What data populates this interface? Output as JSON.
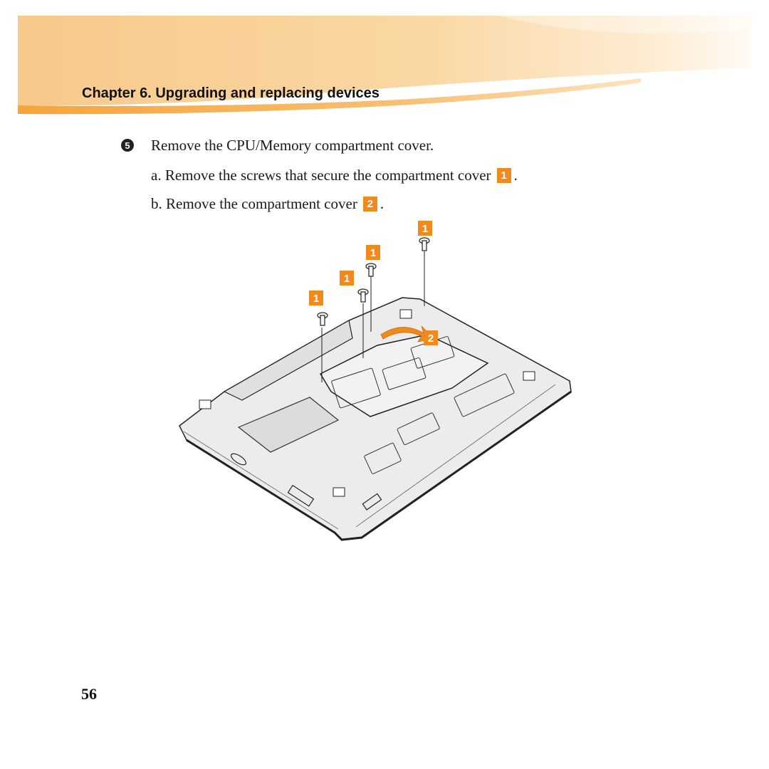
{
  "header": {
    "chapter_title": "Chapter 6. Upgrading and replacing devices"
  },
  "step": {
    "number": "5",
    "text": "Remove the CPU/Memory compartment cover.",
    "substeps": [
      {
        "text": "a. Remove the screws that secure the compartment cover",
        "callout": "1",
        "end": "."
      },
      {
        "text": "b. Remove the compartment cover",
        "callout": "2",
        "end": "."
      }
    ]
  },
  "figure": {
    "screw_callout": "1",
    "cover_callout": "2",
    "accent_color": "#f08a1c"
  },
  "footer": {
    "page_number": "56"
  }
}
